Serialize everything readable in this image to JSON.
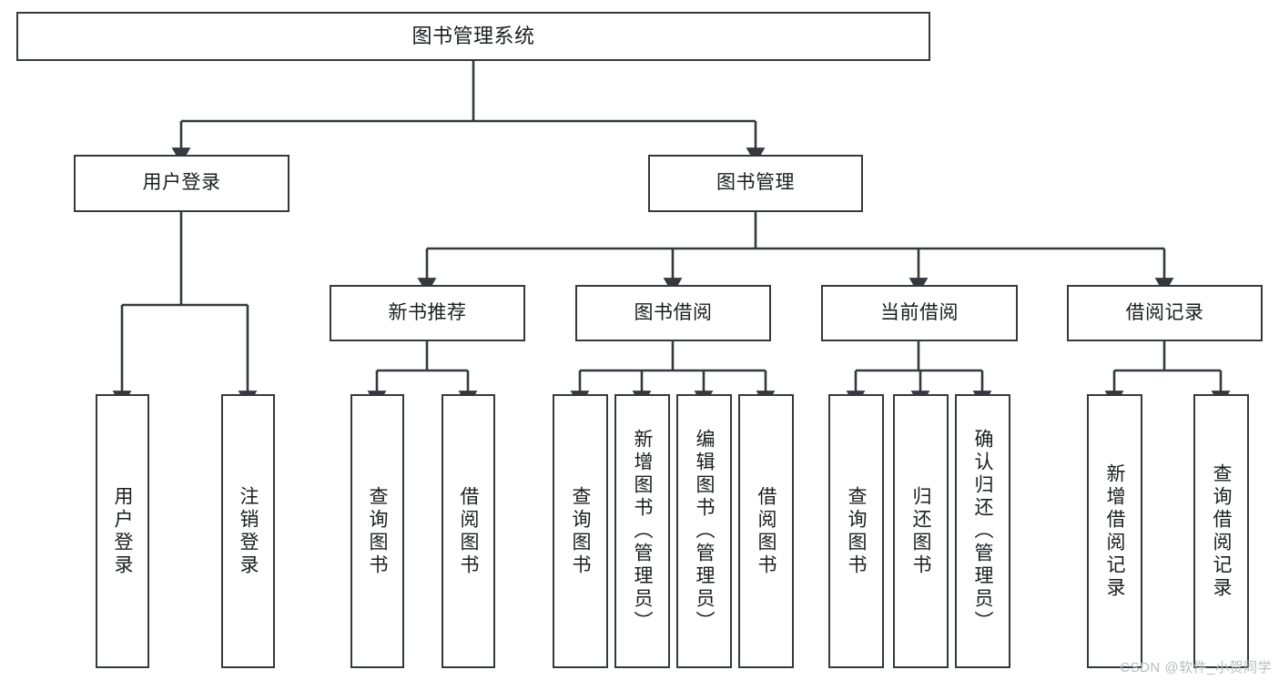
{
  "diagram": {
    "title": "图书管理系统",
    "type": "tree-hierarchy",
    "watermark": "CSDN @软件_小贺同学",
    "nodes": {
      "root": {
        "label": "图书管理系统"
      },
      "level2": [
        {
          "label": "用户登录"
        },
        {
          "label": "图书管理"
        }
      ],
      "level3": [
        {
          "label": "新书推荐"
        },
        {
          "label": "图书借阅"
        },
        {
          "label": "当前借阅"
        },
        {
          "label": "借阅记录"
        }
      ],
      "leaves_user_login": [
        {
          "label": "用户登录"
        },
        {
          "label": "注销登录"
        }
      ],
      "leaves_new_book": [
        {
          "label": "查询图书"
        },
        {
          "label": "借阅图书"
        }
      ],
      "leaves_borrow": [
        {
          "label": "查询图书"
        },
        {
          "label": "新增图书（管理员）"
        },
        {
          "label": "编辑图书（管理员）"
        },
        {
          "label": "借阅图书"
        }
      ],
      "leaves_current": [
        {
          "label": "查询图书"
        },
        {
          "label": "归还图书"
        },
        {
          "label": "确认归还（管理员）"
        }
      ],
      "leaves_records": [
        {
          "label": "新增借阅记录"
        },
        {
          "label": "查询借阅记录"
        }
      ]
    },
    "colors": {
      "stroke": "#35393d",
      "fill": "#ffffff",
      "text": "#1b1d1f",
      "watermark": "#b9bcc0"
    }
  }
}
